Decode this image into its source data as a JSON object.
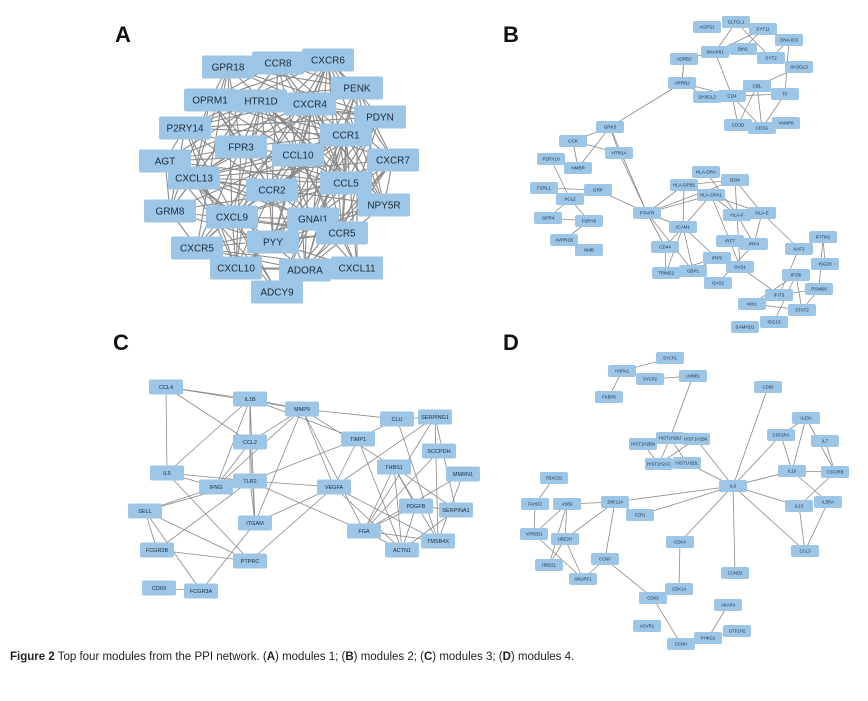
{
  "colors": {
    "node_fill": "#9dc6e6",
    "edge": "#8a8a8a",
    "label": "#1a2a3a"
  },
  "panels": [
    {
      "letter": "A",
      "nodes": [
        "GPR18",
        "CCR8",
        "CXCR6",
        "PENK",
        "OPRM1",
        "HTR1D",
        "CXCR4",
        "PDYN",
        "P2RY14",
        "CCR1",
        "FPR3",
        "CCL10",
        "CXCR7",
        "AGT",
        "CXCL13",
        "CCL5",
        "CCR2",
        "NPY5R",
        "GRM8",
        "CXCL9",
        "GNAI1",
        "CCR5",
        "CXCR5",
        "PYY",
        "CXCL10",
        "ADORA",
        "CXCL11",
        "ADCY9"
      ]
    },
    {
      "letter": "B",
      "nodes": [
        "AGPS1",
        "CLTCL1",
        "SYT11",
        "DNAJC6",
        "SNAP91",
        "BIN1",
        "ADRB2",
        "SYT2",
        "SH3GL3",
        "ARRB2",
        "CBL",
        "SH3GL2",
        "CD4",
        "TF",
        "CD3D",
        "CD3G",
        "VAMP8",
        "GRK5",
        "CCK",
        "HTR2A",
        "P2RY10",
        "NMBR",
        "HLA-DRA",
        "HLA-DPB1",
        "B2M",
        "HLA-DPA1",
        "F2RL1",
        "XCL2",
        "GRP",
        "PTAFR",
        "HLA-F",
        "HLA-E",
        "GPR4",
        "P2RY6",
        "ICAM1",
        "AVPR1B",
        "NMB",
        "IRF7",
        "IRF4",
        "IFITM1",
        "XAF1",
        "CD44",
        "IRF9",
        "ISG20",
        "OAS1",
        "GBP1",
        "TRIM22",
        "IFI35",
        "OAS2",
        "PSMB8",
        "IFIT3",
        "MX1",
        "STAT2",
        "SAMHD1",
        "ISG15"
      ]
    },
    {
      "letter": "C",
      "nodes": [
        "CCL4",
        "IL1B",
        "MMP9",
        "CLU",
        "SERPING1",
        "CCL2",
        "TIMP1",
        "SCCPDH",
        "IL5",
        "THBS1",
        "MMRN1",
        "TLR2",
        "IFNG",
        "VEGFA",
        "SELL",
        "PDGFB",
        "SERPINA1",
        "ITGAM",
        "FGA",
        "TMSB4X",
        "FCGR3B",
        "ACTN1",
        "PTPRC",
        "CD69",
        "FCGR3A"
      ]
    },
    {
      "letter": "D",
      "nodes": [
        "SYCP1",
        "HSPA2",
        "SYCP2",
        "LMNB1",
        "CD86",
        "FKBP6",
        "IL23A",
        "CSF2RA",
        "IL7",
        "HIST1H2BJ",
        "HIST1H2BK",
        "HIST1H2BN",
        "HIST1H2AC",
        "HIST1H2BL",
        "IL10",
        "CSF2RB",
        "FBXO21",
        "IL6",
        "FAHD2",
        "ASB9",
        "ZNF214",
        "IL13",
        "IL5RA",
        "FZR1",
        "VPREB1",
        "UBE2H",
        "CDK4",
        "CCL3",
        "HBD21",
        "CCNF",
        "CCND2",
        "SNURF1",
        "CDK14",
        "CDK6",
        "AKAP4",
        "ACVR1",
        "GTF2H2",
        "PHKG2",
        "CCNH"
      ]
    }
  ],
  "caption": {
    "figure_label": "Figure 2",
    "text_1": " Top four modules from the PPI network. (",
    "a": "A",
    "text_2": ") modules 1; (",
    "b": "B",
    "text_3": ") modules 2; (",
    "c": "C",
    "text_4": ") modules 3; (",
    "d": "D",
    "text_5": ") modules 4."
  }
}
